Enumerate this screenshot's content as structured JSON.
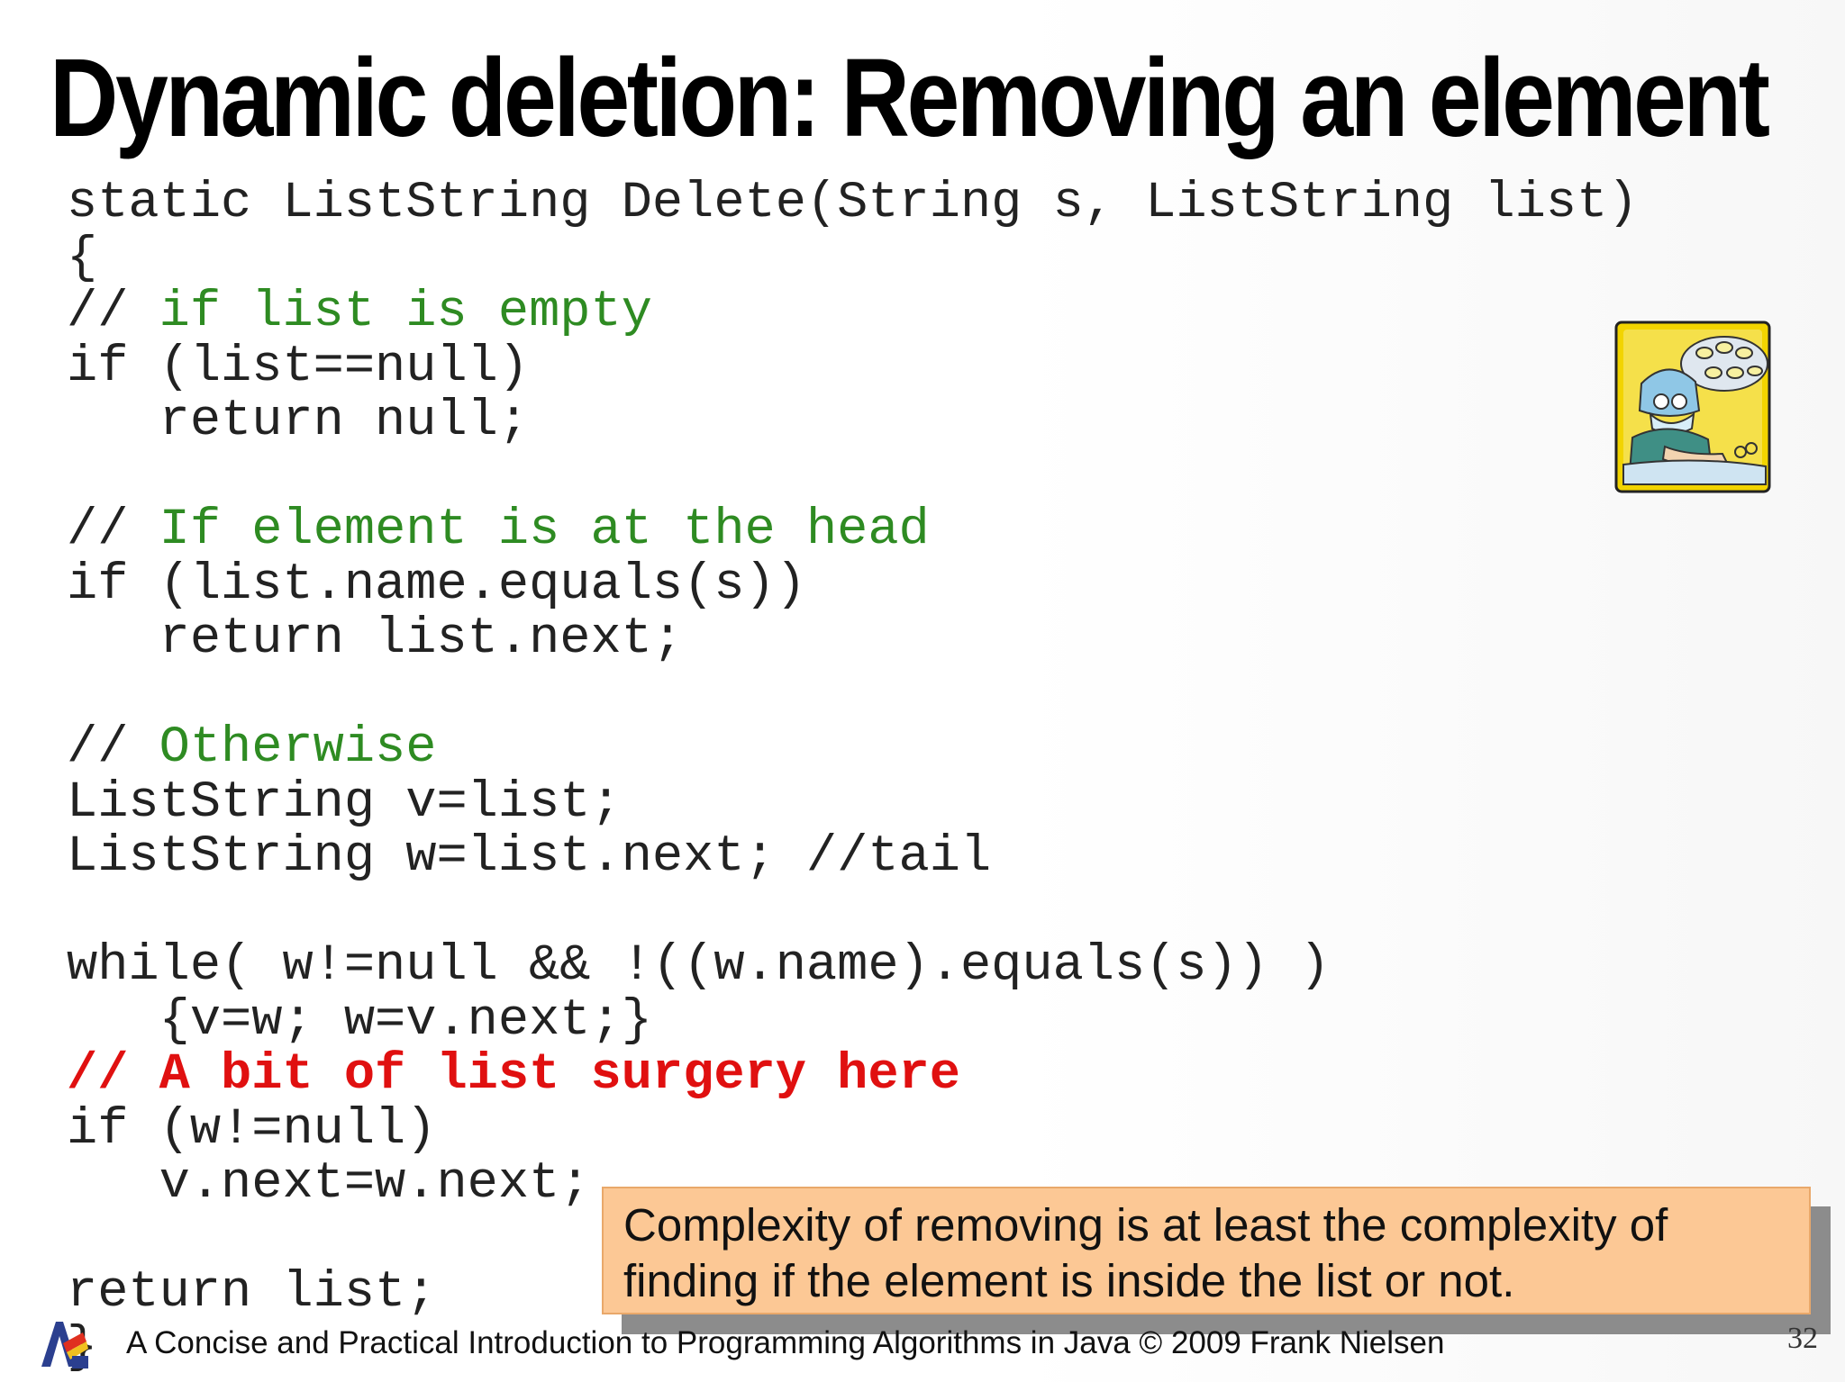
{
  "slide": {
    "title": "Dynamic deletion: Removing an element",
    "code_lines": [
      {
        "plain": "static ListString Delete(String s, ListString list)"
      },
      {
        "plain": "{"
      },
      {
        "slash": "// ",
        "comment": "if list is empty"
      },
      {
        "plain": "if (list==null)"
      },
      {
        "plain": "   return null;"
      },
      {
        "plain": ""
      },
      {
        "slash": "// ",
        "comment": "If element is at the head"
      },
      {
        "plain": "if (list.name.equals(s))"
      },
      {
        "plain": "   return list.next;"
      },
      {
        "plain": ""
      },
      {
        "slash": "// ",
        "comment": "Otherwise"
      },
      {
        "plain": "ListString v=list;"
      },
      {
        "plain": "ListString w=list.next; //tail"
      },
      {
        "plain": ""
      },
      {
        "plain": "while( w!=null && !((w.name).equals(s)) )"
      },
      {
        "plain": "   {v=w; w=v.next;}"
      },
      {
        "highlight": "// A bit of list surgery here"
      },
      {
        "plain": "if (w!=null)"
      },
      {
        "plain": "   v.next=w.next;"
      },
      {
        "plain": ""
      },
      {
        "plain": "return list;"
      },
      {
        "plain": "}"
      }
    ],
    "callout": {
      "line1": "Complexity of removing is at least the complexity of",
      "line2": "finding if  the element is inside the list or not."
    },
    "footer": "A Concise and Practical Introduction to Programming Algorithms in Java © 2009 Frank Nielsen",
    "page_number": "32",
    "icons": {
      "surgeon": "surgeon-clipart-icon",
      "logo": "course-logo-icon"
    },
    "colors": {
      "comment": "#2e8b22",
      "highlight": "#e01010",
      "callout_bg": "#fcc895"
    }
  }
}
